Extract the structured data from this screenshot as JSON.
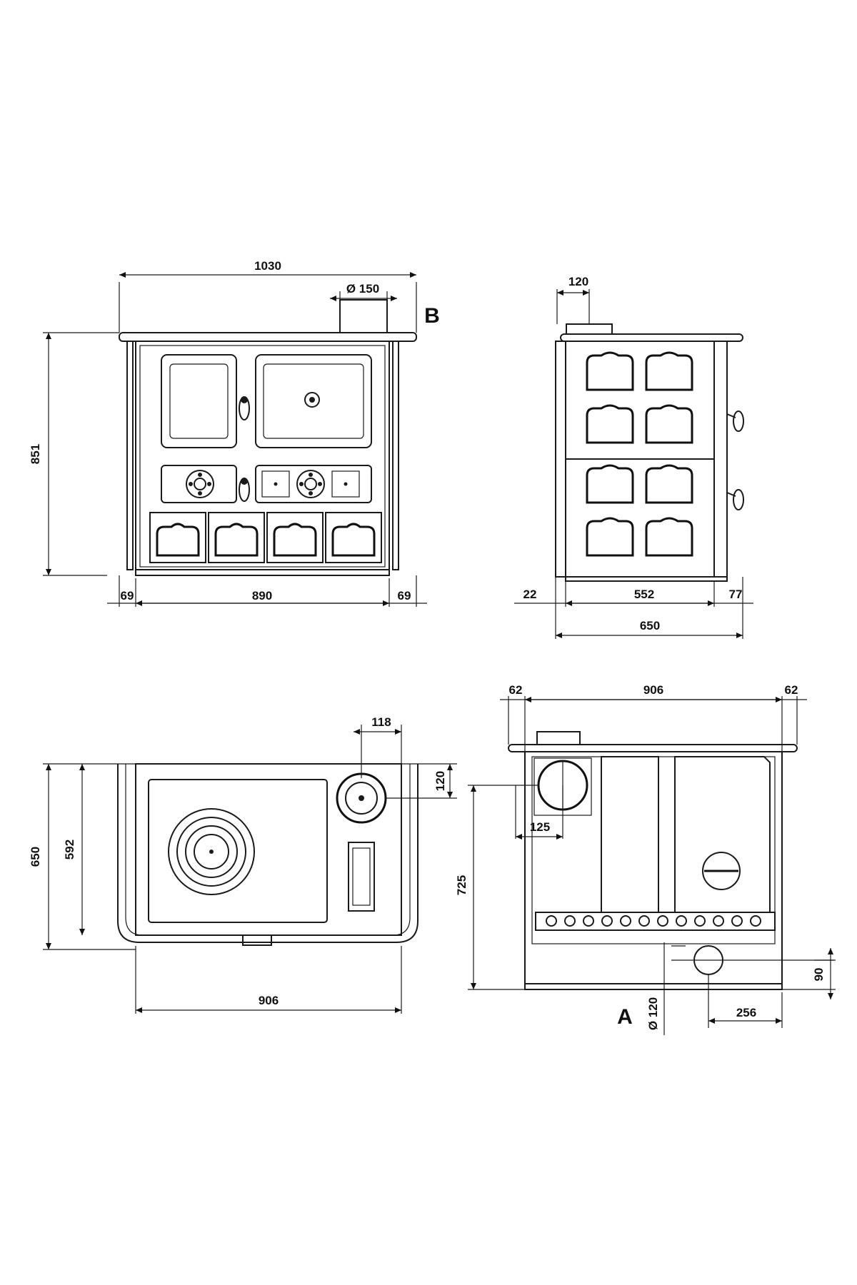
{
  "front_view": {
    "label_view": "B",
    "dim_width_total": "1030",
    "dim_flue": "Ø 150",
    "dim_height": "851",
    "dim_left_margin": "69",
    "dim_inner_width": "890",
    "dim_right_margin": "69"
  },
  "side_view": {
    "dim_flue_offset": "120",
    "dim_left": "22",
    "dim_middle": "552",
    "dim_right": "77",
    "dim_depth": "650"
  },
  "top_view": {
    "dim_flue_offset_x": "118",
    "dim_flue_offset_y": "120",
    "dim_depth": "650",
    "dim_inner_depth": "592",
    "dim_width": "906"
  },
  "rear_view": {
    "label_view": "A",
    "dim_left_margin": "62",
    "dim_width": "906",
    "dim_right_margin": "62",
    "dim_flue_center": "125",
    "dim_flue_height": "725",
    "dim_air_inlet": "Ø 120",
    "dim_air_height": "90",
    "dim_air_offset": "256"
  }
}
